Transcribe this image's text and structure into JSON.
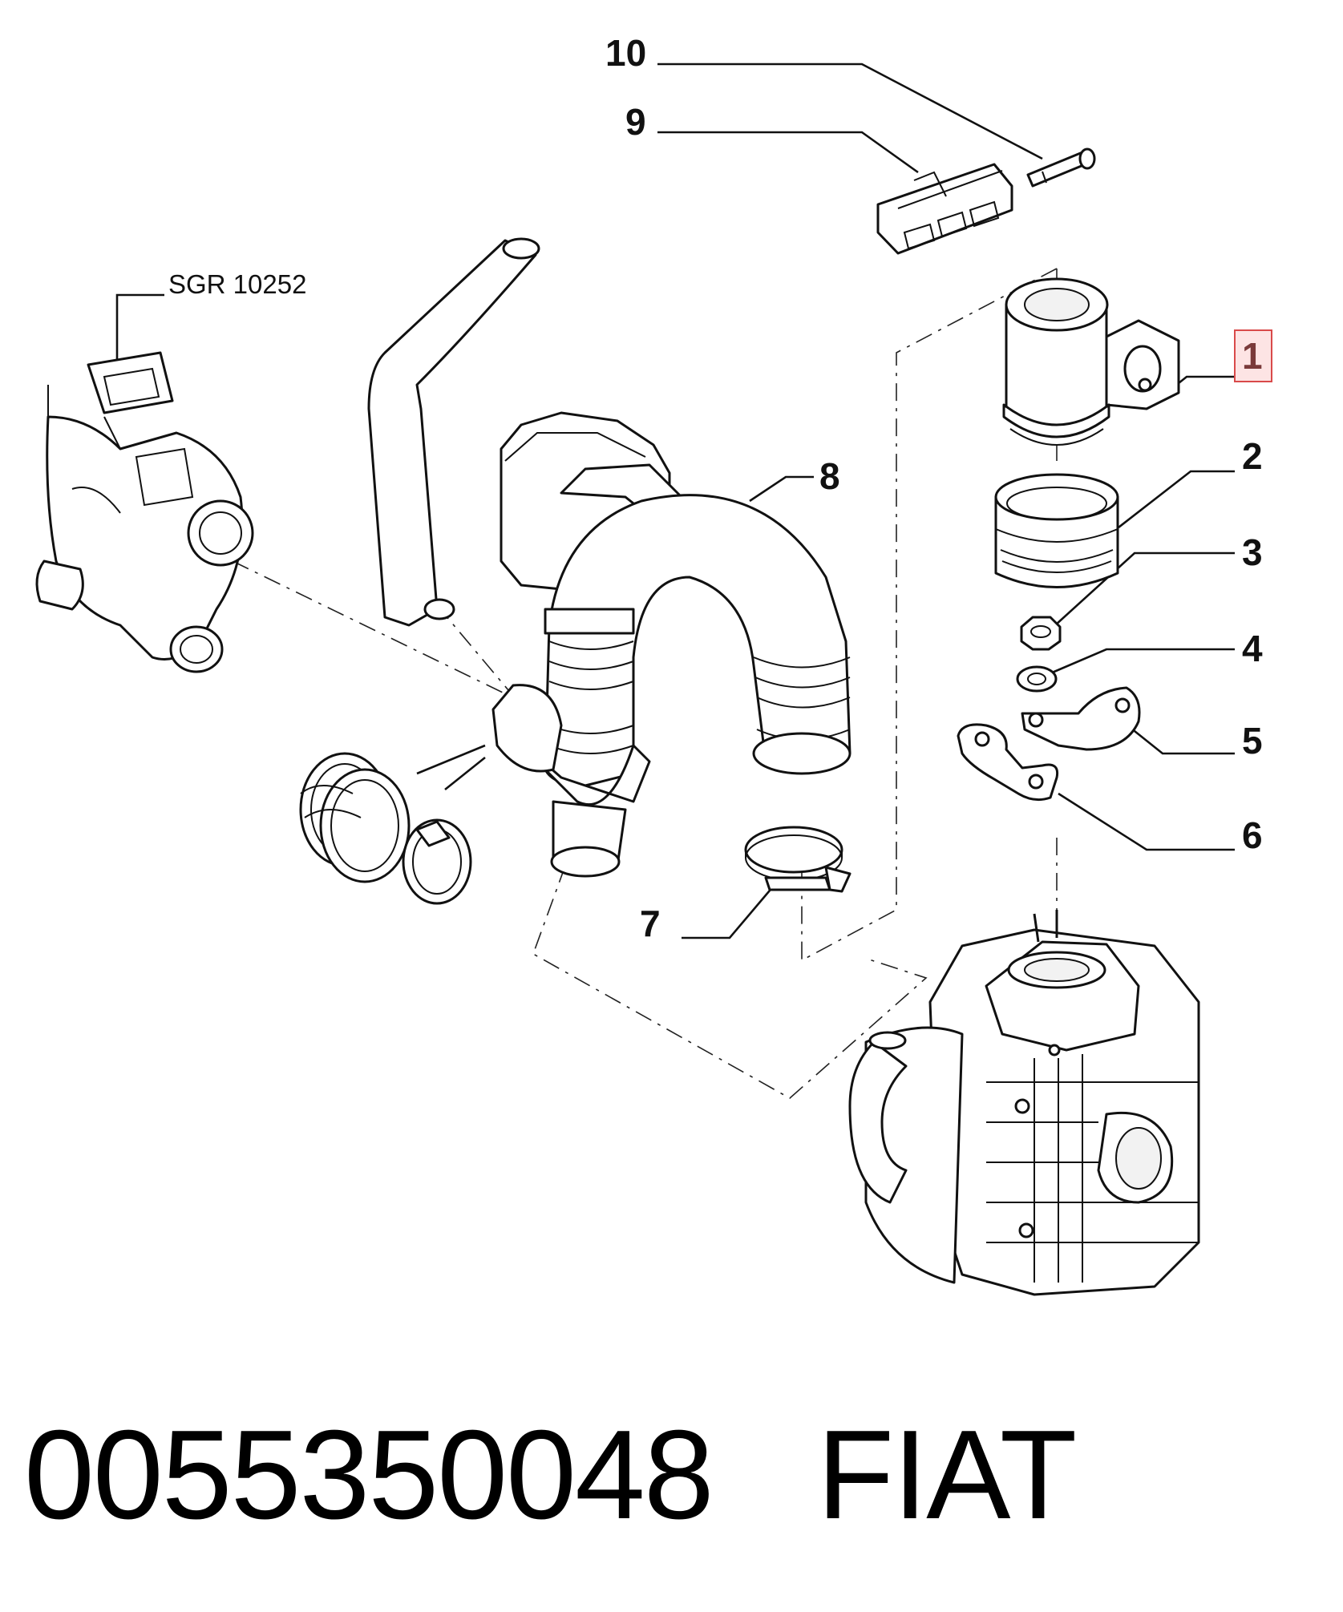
{
  "diagram": {
    "reference_label": "SGR 10252",
    "callouts": [
      "1",
      "2",
      "3",
      "4",
      "5",
      "6",
      "7",
      "8",
      "9",
      "10"
    ],
    "highlighted_callout": "1",
    "highlight_color": "#d94a4a"
  },
  "caption": {
    "part_number": "0055350048",
    "brand": "FIAT"
  }
}
